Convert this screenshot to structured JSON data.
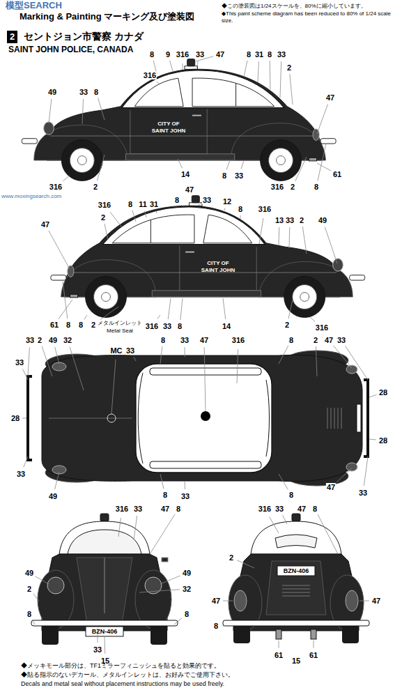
{
  "diagram": {
    "title": "Marking & Painting マーキング及び塗装図",
    "nodes": [
      {
        "text": [
          "2"
        ]
      }
    ],
    "labels": [
      "模型SEARCH",
      "◆この塗装図は1/24スケールを、80%に縮小しています。",
      "◆This paint scheme diagram has been reduced to 80% of 1/24 scale size.",
      "セントジョン市警察 カナダ",
      "SAINT JOHN POLICE, CANADA",
      "www.moxingsearch.com",
      "8",
      "9",
      "316",
      "33",
      "47",
      "8",
      "31",
      "8",
      "33",
      "2",
      "316",
      "49",
      "33",
      "8",
      "47",
      "14",
      "8",
      "33",
      "61",
      "316",
      "2",
      "316",
      "2",
      "8",
      "CITY OF SAINT JOHN",
      "47",
      "8",
      "33",
      "316",
      "8",
      "11",
      "31",
      "12",
      "8",
      "2",
      "316",
      "13",
      "33",
      "2",
      "49",
      "47",
      "61",
      "8",
      "8",
      "2",
      "メタルインレット",
      "Metal Seal",
      "316",
      "33",
      "8",
      "14",
      "2",
      "316",
      "CITY OF SAINT JOHN",
      "33",
      "2",
      "49",
      "32",
      "8",
      "33",
      "47",
      "316",
      "8",
      "2",
      "47",
      "33",
      "MC",
      "33",
      "33",
      "28",
      "33",
      "49",
      "8",
      "33",
      "8",
      "47",
      "33",
      "28",
      "28",
      "316",
      "33",
      "47",
      "8",
      "49",
      "2",
      "8",
      "49",
      "32",
      "8",
      "BZN-406",
      "33",
      "15",
      "316",
      "33",
      "47",
      "8",
      "2",
      "BZN-406",
      "47",
      "47",
      "8",
      "61",
      "15",
      "61",
      "◆メッキモール部分は、TF1ミラーフィニッシュを貼ると効果的です。",
      "◆貼る指示のないデカール、メタルインレットは、お好みでご使用下さい。",
      "Decals and metal seal without placement instructions may be used freely."
    ]
  }
}
